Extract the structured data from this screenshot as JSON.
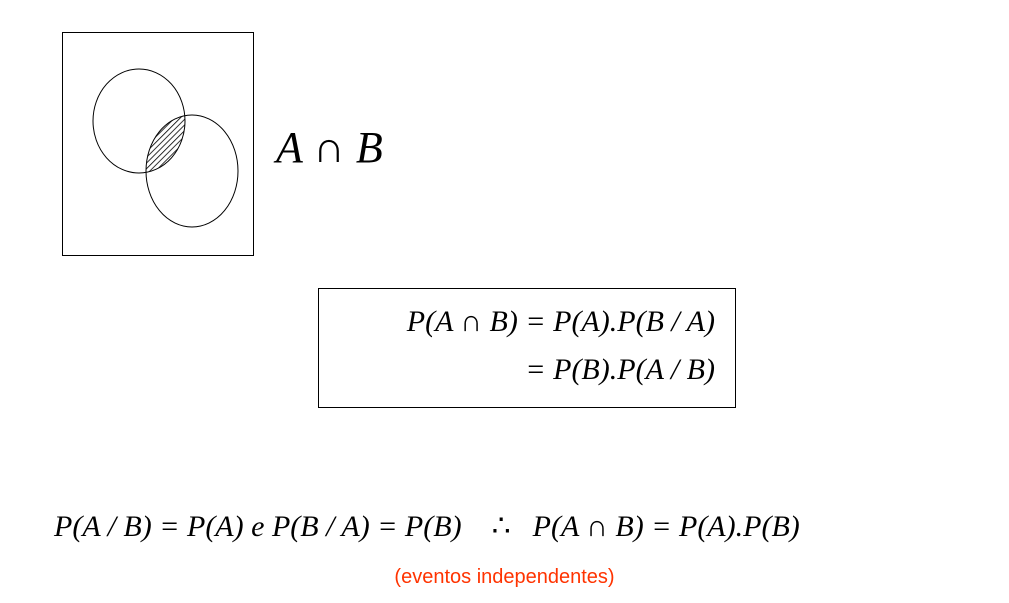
{
  "colors": {
    "ink": "#000000",
    "note": "#ff3300"
  },
  "venn": {
    "label": "A ∩ B"
  },
  "formula": {
    "line1": "P(A ∩ B) = P(A).P(B / A)",
    "line2": "= P(B).P(A / B)"
  },
  "bottom": {
    "left": "P(A / B) = P(A) e P(B / A) = P(B)",
    "symbol": "∴",
    "right": "P(A ∩ B) = P(A).P(B)"
  },
  "note": "(eventos independentes)"
}
